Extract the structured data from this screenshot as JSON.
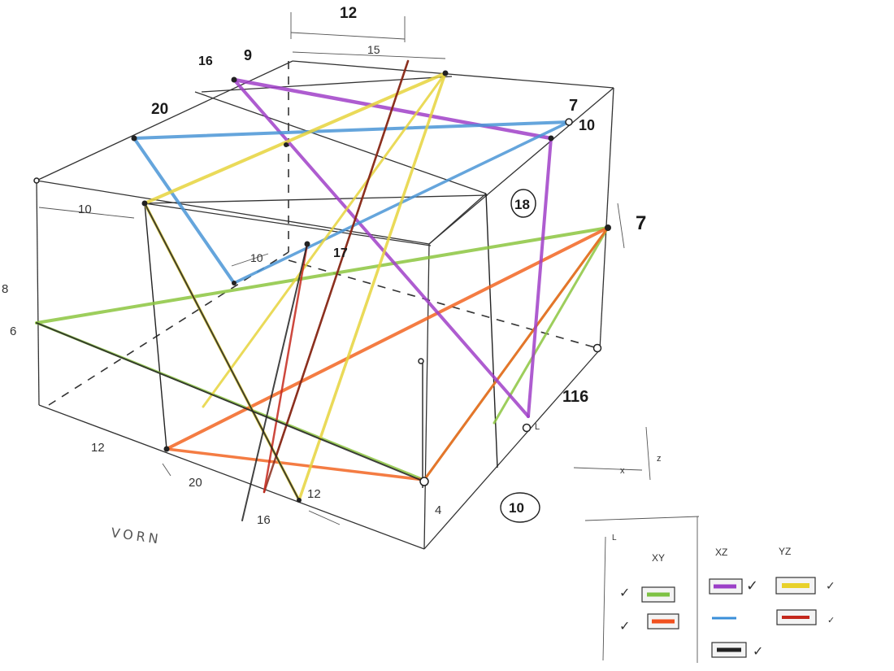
{
  "labels": {
    "top_12": "12",
    "top_15": "15",
    "top_16": "16",
    "top_9": "9",
    "left_20": "20",
    "right_7_top": "7",
    "right_10": "10",
    "left_10": "10",
    "inner_10": "10",
    "center_17": "17",
    "circled_18": "18",
    "right_7_mid": "7",
    "left_8": "8",
    "left_6": "6",
    "right_116": "116",
    "bottom_12_left": "12",
    "bottom_20": "20",
    "bottom_16": "16",
    "bottom_12_mid": "12",
    "right_4": "4",
    "circled_10": "10",
    "front_word": "VORN",
    "axis_x": "x",
    "axis_z": "z",
    "corner_mark": "L"
  },
  "legend": {
    "headers": [
      "XY",
      "XZ",
      "YZ"
    ],
    "corner_mark": "L",
    "check_mark": "✓",
    "swatches": [
      {
        "group": "XY",
        "color": "#7dc243"
      },
      {
        "group": "XY",
        "color": "#f0501e"
      },
      {
        "group": "XZ",
        "color": "#9b3fc7"
      },
      {
        "group": "XZ",
        "color": "#3a8fd9"
      },
      {
        "group": "XZ",
        "color": "#222222"
      },
      {
        "group": "YZ",
        "color": "#e8d12a"
      },
      {
        "group": "YZ",
        "color": "#c4281c"
      }
    ]
  },
  "colors": {
    "green": "#8cc63f",
    "orange": "#f26522",
    "purple": "#a040c8",
    "blue": "#4a95d6",
    "yellow": "#e6d43c",
    "brown": "#8a2b1a",
    "black": "#222222"
  }
}
